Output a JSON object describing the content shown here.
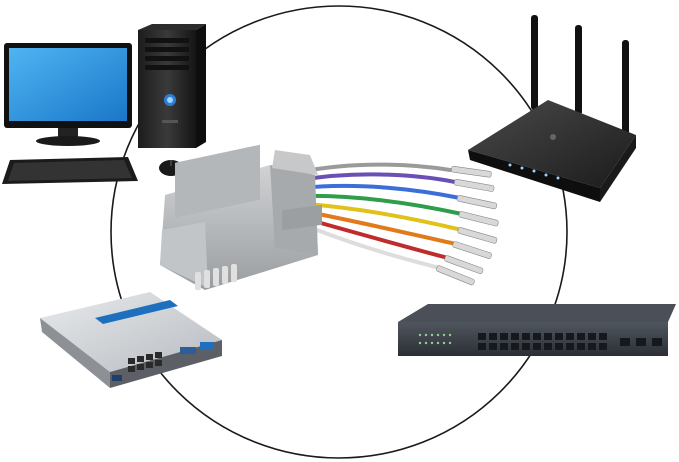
{
  "scene": {
    "background": "#ffffff",
    "ring_color": "#1a1a1a",
    "devices": [
      {
        "name": "desktop-computer",
        "icon": "desktop-computer-icon"
      },
      {
        "name": "wireless-router",
        "icon": "wifi-router-icon"
      },
      {
        "name": "rj45-to-db25-adapter",
        "icon": "serial-adapter-icon"
      },
      {
        "name": "vpn-router",
        "icon": "router-icon"
      },
      {
        "name": "network-switch",
        "icon": "ethernet-switch-icon"
      }
    ],
    "router_brand_color": "#1f6fbf",
    "switch_color": "#3a3f47",
    "adapter_color": "#b9bcbf",
    "wire_colors": [
      "#6a4fb5",
      "#3b6ed8",
      "#2e9e4a",
      "#e0c21a",
      "#e07a1a",
      "#c02b2b",
      "#8c8c8c",
      "#ffffff"
    ]
  }
}
